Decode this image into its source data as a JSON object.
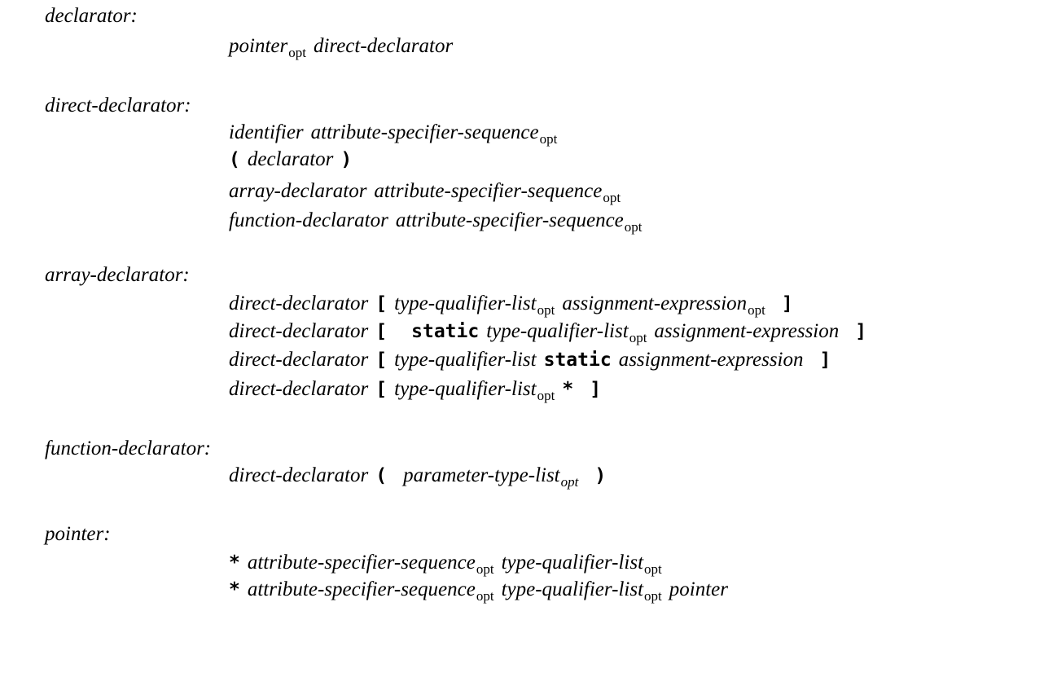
{
  "rules": {
    "declarator": {
      "head": "declarator:",
      "alt1": {
        "nt1": "pointer",
        "opt": "opt",
        "nt2": "direct-declarator"
      }
    },
    "direct_declarator": {
      "head": "direct-declarator:",
      "alt1": {
        "nt1": "identifier",
        "nt2": "attribute-specifier-sequence",
        "opt": "opt"
      },
      "alt2": {
        "lparen": "(",
        "nt1": "declarator",
        "rparen": ")"
      },
      "alt3": {
        "nt1": "array-declarator",
        "nt2": "attribute-specifier-sequence",
        "opt": "opt"
      },
      "alt4": {
        "nt1": "function-declarator",
        "nt2": "attribute-specifier-sequence",
        "opt": "opt"
      }
    },
    "array_declarator": {
      "head": "array-declarator:",
      "alt1": {
        "nt1": "direct-declarator",
        "lbracket": "[",
        "nt2": "type-qualifier-list",
        "opt1": "opt",
        "nt3": "assignment-expression",
        "opt2": "opt",
        "rbracket": "]"
      },
      "alt2": {
        "nt1": "direct-declarator",
        "lbracket": "[",
        "kw": "static",
        "nt2": "type-qualifier-list",
        "opt1": "opt",
        "nt3": "assignment-expression",
        "rbracket": "]"
      },
      "alt3": {
        "nt1": "direct-declarator",
        "lbracket": "[",
        "nt2": "type-qualifier-list",
        "kw": "static",
        "nt3": "assignment-expression",
        "rbracket": "]"
      },
      "alt4": {
        "nt1": "direct-declarator",
        "lbracket": "[",
        "nt2": "type-qualifier-list",
        "opt1": "opt",
        "star": "*",
        "rbracket": "]"
      }
    },
    "function_declarator": {
      "head": "function-declarator:",
      "alt1": {
        "nt1": "direct-declarator",
        "lparen": "(",
        "nt2": "parameter-type-list",
        "opt": "opt",
        "rparen": ")"
      }
    },
    "pointer": {
      "head": "pointer:",
      "alt1": {
        "star": "*",
        "nt1": "attribute-specifier-sequence",
        "opt1": "opt",
        "nt2": "type-qualifier-list",
        "opt2": "opt"
      },
      "alt2": {
        "star": "*",
        "nt1": "attribute-specifier-sequence",
        "opt1": "opt",
        "nt2": "type-qualifier-list",
        "opt2": "opt",
        "nt3": "pointer"
      }
    }
  }
}
